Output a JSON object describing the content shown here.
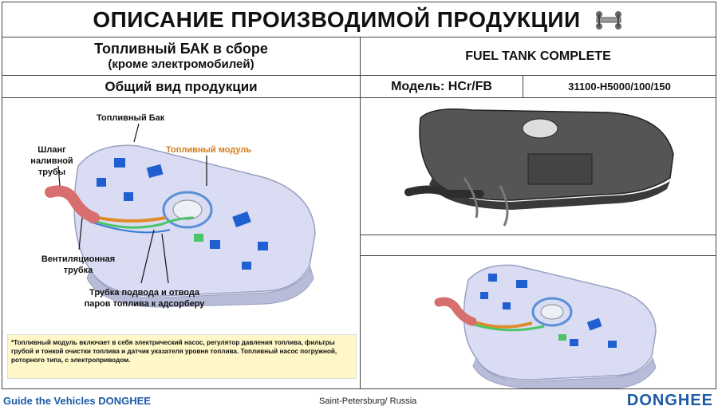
{
  "header": {
    "title": "ОПИСАНИЕ ПРОИЗВОДИМОЙ ПРОДУКЦИИ"
  },
  "product": {
    "name_ru": "Топливный БАК в сборе",
    "name_ru_sub": "(кроме электромобилей)",
    "name_en": "FUEL TANK COMPLETE",
    "general_view": "Общий вид продукции",
    "model_label": "Модель: HCr/FB",
    "part_codes": "31100-H5000/100/150"
  },
  "diagram": {
    "labels": {
      "tank": "Топливный Бак",
      "module": "Топливный модуль",
      "filler_hose_1": "Шланг",
      "filler_hose_2": "наливной трубы",
      "vent_1": "Вентиляционная",
      "vent_2": "трубка",
      "vapor_1": "Трубка подвода и отвода",
      "vapor_2": "паров топлива к адсорберу"
    },
    "colors": {
      "tank": "#d9dcf2",
      "pad": "#1f5fd1",
      "hose": "#d86f6f",
      "module_label": "#d07a1a"
    }
  },
  "note": "*Топливный модуль включает в себя электрический насос, регулятор давления топлива, фильтры грубой и тонкой очистки топлива и датчик указателя уровня топлива. Топливный насос погружной, роторного типа, с электроприводом.",
  "footer": {
    "left": "Guide the Vehicles DONGHEE",
    "center": "Saint-Petersburg/ Russia",
    "logo": "DONGHEE"
  }
}
